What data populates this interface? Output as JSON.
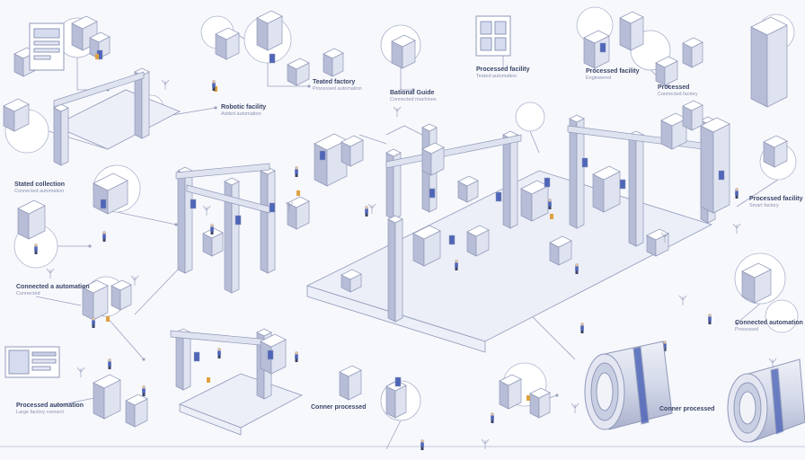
{
  "colors": {
    "background": "#f7f8fc",
    "outline": "#8f98b8",
    "steel_light": "#dfe3f0",
    "steel_mid": "#b7bdd6",
    "accent_blue": "#4f66b8",
    "accent_orange": "#e0a040",
    "connector": "#9aa2bf"
  },
  "captions": [
    {
      "title": "Processed facility",
      "sub": "Teated automation"
    },
    {
      "title": "Processed facility",
      "sub": "Engineered"
    },
    {
      "title": "Teated factory",
      "sub": "Processed automation"
    },
    {
      "title": "Bational Guide",
      "sub": "Connected machines"
    },
    {
      "title": "Processed",
      "sub": "Connected factory"
    },
    {
      "title": "Robotic facility",
      "sub": "Added automation"
    },
    {
      "title": "Stated collection",
      "sub": "Connected automation"
    },
    {
      "title": "Processed facility",
      "sub": "Smart factory"
    },
    {
      "title": "Connected a automation",
      "sub": "Connected"
    },
    {
      "title": "Connected automation",
      "sub": "Processed"
    },
    {
      "title": "Processed automation",
      "sub": "Large factory connect"
    },
    {
      "title": "Conner processed",
      "sub": ""
    }
  ]
}
